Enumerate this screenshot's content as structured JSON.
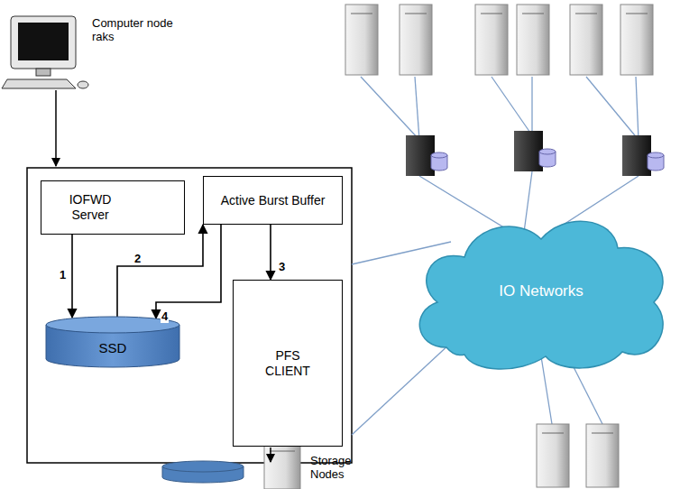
{
  "diagram": {
    "nodes": [
      {
        "text": [
          "IOFWD Server"
        ]
      },
      {
        "text": [
          "Active Burst Buffer"
        ]
      },
      {
        "text": [
          "SSD"
        ]
      },
      {
        "text": [
          "PFS CLIENT"
        ]
      },
      {
        "text": [
          "IO Networks"
        ]
      }
    ],
    "edges": [
      {
        "from": 0,
        "to": 2,
        "label": "1",
        "arrow": "to"
      },
      {
        "from": 2,
        "to": 1,
        "label": "2",
        "arrow": "to"
      },
      {
        "from": 1,
        "to": 3,
        "label": "3",
        "arrow": "to"
      },
      {
        "from": 1,
        "to": 2,
        "label": "4",
        "arrow": "to"
      }
    ],
    "labels": [
      "Computer node raks",
      "Storage Nodes"
    ]
  }
}
